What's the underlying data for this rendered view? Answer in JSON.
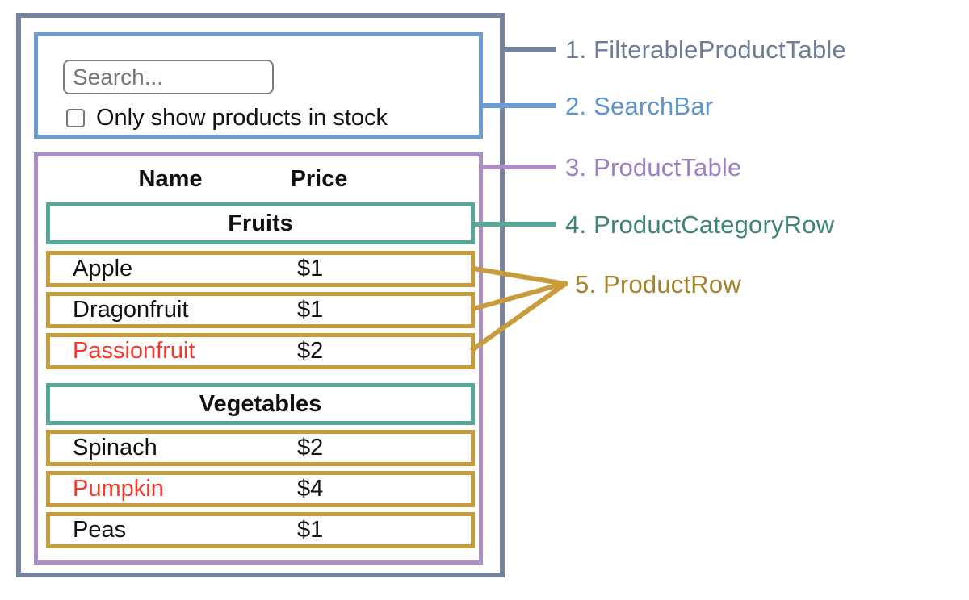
{
  "colors": {
    "slate": "#75839d",
    "blue": "#6c9cd4",
    "purple": "#ad8dc6",
    "teal": "#58a899",
    "gold": "#c89b3c",
    "slate_text": "#6e7d97",
    "blue_text": "#5e94ce",
    "purple_text": "#9d7fc3",
    "teal_text": "#3e8578",
    "gold_text": "#a5832c",
    "red": "#f3392b",
    "text": "#111111",
    "input_border": "#7c7c7c",
    "placeholder": "#767676"
  },
  "legend": {
    "item1": "1. FilterableProductTable",
    "item2": "2. SearchBar",
    "item3": "3. ProductTable",
    "item4": "4. ProductCategoryRow",
    "item5": "5. ProductRow"
  },
  "search_bar": {
    "search_placeholder": "Search...",
    "checkbox_checked": false,
    "checkbox_label": "Only show products in stock"
  },
  "product_table": {
    "columns": [
      "Name",
      "Price"
    ],
    "sections": [
      {
        "category": "Fruits",
        "rows": [
          {
            "name": "Apple",
            "price": "$1",
            "red": false
          },
          {
            "name": "Dragonfruit",
            "price": "$1",
            "red": false
          },
          {
            "name": "Passionfruit",
            "price": "$2",
            "red": true
          }
        ]
      },
      {
        "category": "Vegetables",
        "rows": [
          {
            "name": "Spinach",
            "price": "$2",
            "red": false
          },
          {
            "name": "Pumpkin",
            "price": "$4",
            "red": true
          },
          {
            "name": "Peas",
            "price": "$1",
            "red": false
          }
        ]
      }
    ]
  }
}
